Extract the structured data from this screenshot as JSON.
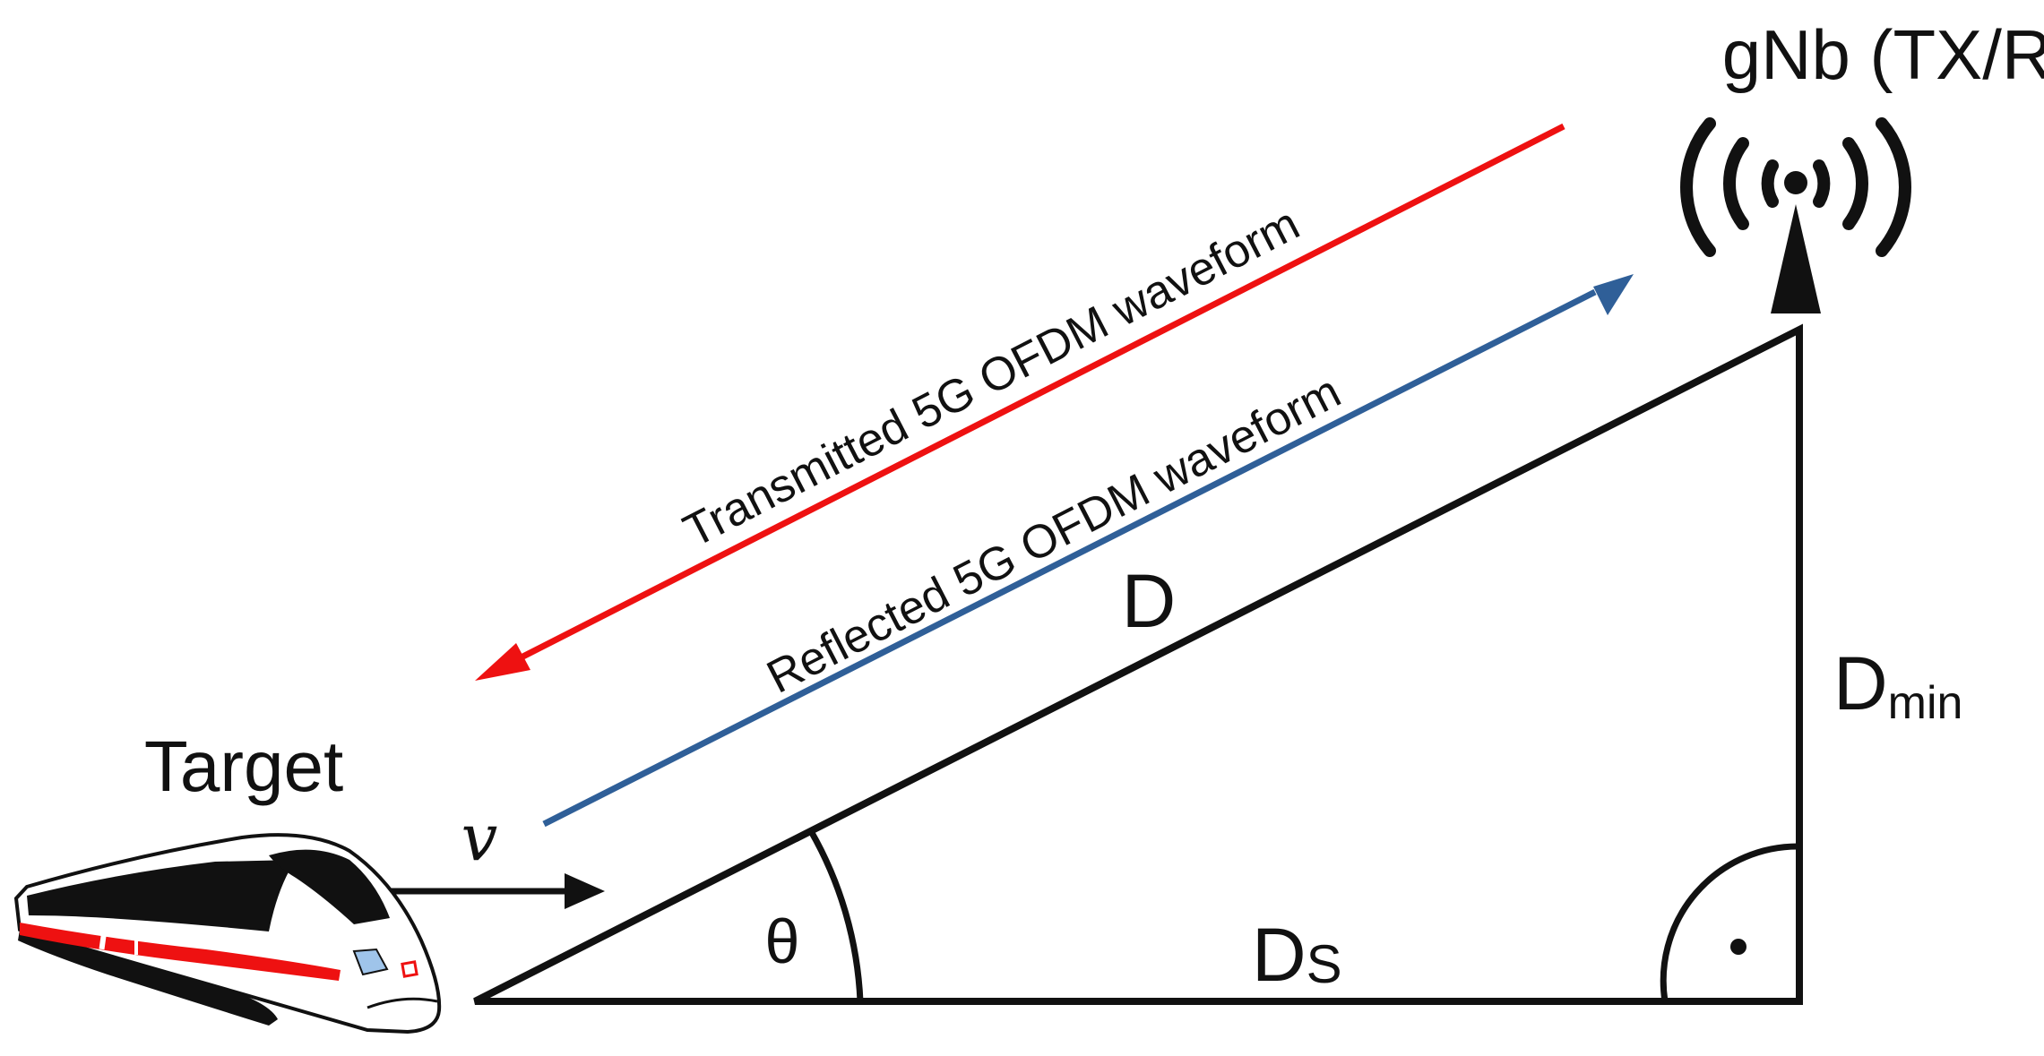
{
  "labels": {
    "gnb": "gNb (TX/RX)",
    "transmitted": "Transmitted 5G OFDM waveform",
    "reflected": "Reflected 5G OFDM waveform",
    "target": "Target",
    "velocity": "v",
    "hypotenuse": "D",
    "dmin_main": "D",
    "dmin_sub": "min",
    "ds_main": "D",
    "ds_sub": "S",
    "angle": "θ"
  },
  "colors": {
    "transmitted": "#ee1111",
    "reflected": "#2f5f98",
    "lines": "#111111"
  },
  "icons": {
    "base_station": "antenna-tower-icon",
    "target": "train-icon"
  }
}
